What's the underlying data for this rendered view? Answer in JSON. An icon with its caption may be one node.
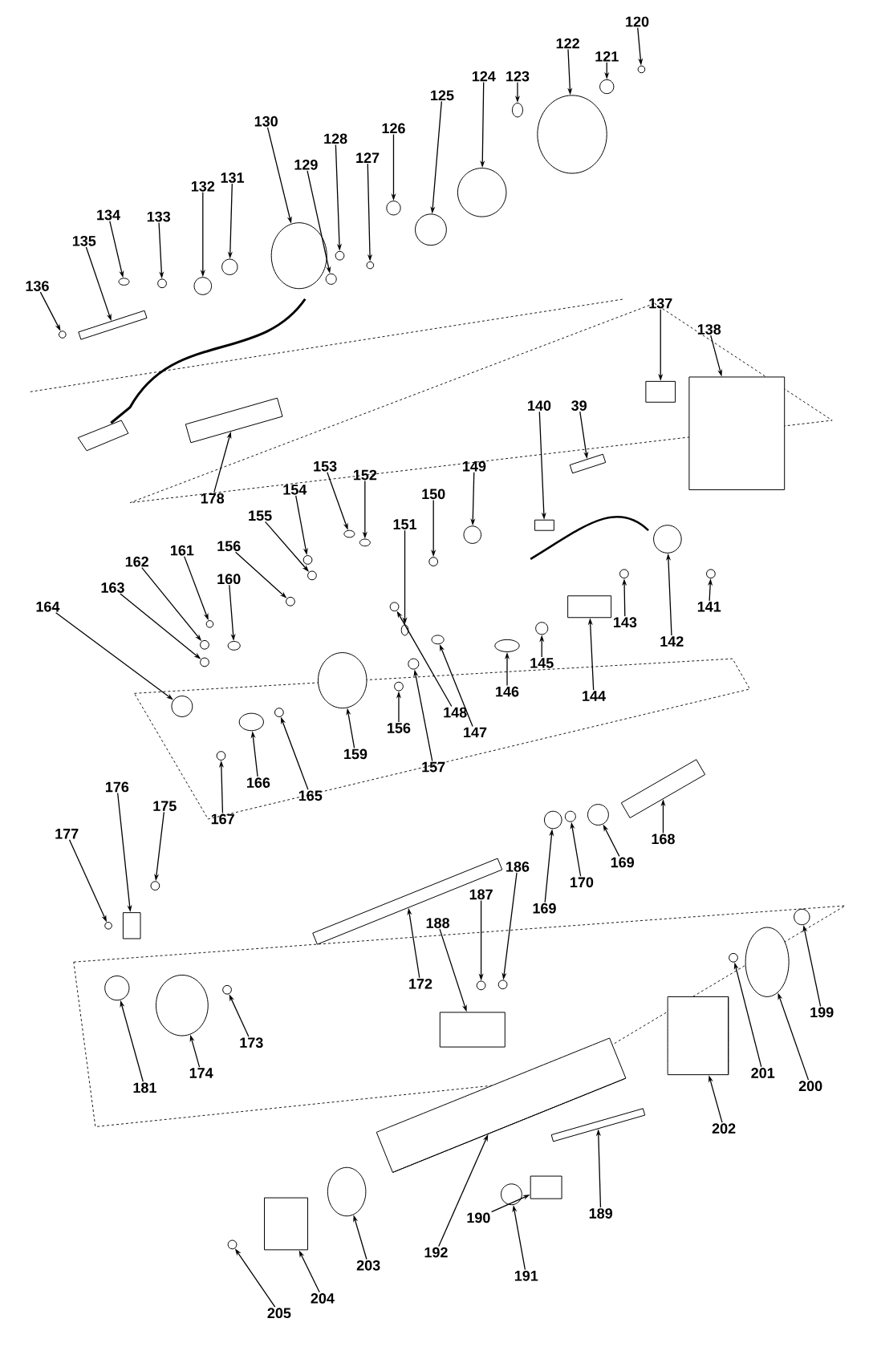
{
  "diagram": {
    "nodes": [
      {
        "text": [
          "120"
        ]
      },
      {
        "text": [
          "121"
        ]
      },
      {
        "text": [
          "122"
        ]
      },
      {
        "text": [
          "123"
        ]
      },
      {
        "text": [
          "124"
        ]
      },
      {
        "text": [
          "125"
        ]
      },
      {
        "text": [
          "126"
        ]
      },
      {
        "text": [
          "127"
        ]
      },
      {
        "text": [
          "128"
        ]
      },
      {
        "text": [
          "129"
        ]
      },
      {
        "text": [
          "130"
        ]
      },
      {
        "text": [
          "131"
        ]
      },
      {
        "text": [
          "132"
        ]
      },
      {
        "text": [
          "133"
        ]
      },
      {
        "text": [
          "134"
        ]
      },
      {
        "text": [
          "135"
        ]
      },
      {
        "text": [
          "136"
        ]
      },
      {
        "text": [
          "137"
        ]
      },
      {
        "text": [
          "138"
        ]
      },
      {
        "text": [
          "140"
        ]
      },
      {
        "text": [
          "39"
        ]
      },
      {
        "text": [
          "178"
        ]
      },
      {
        "text": [
          "149"
        ]
      },
      {
        "text": [
          "152"
        ]
      },
      {
        "text": [
          "153"
        ]
      },
      {
        "text": [
          "150"
        ]
      },
      {
        "text": [
          "154"
        ]
      },
      {
        "text": [
          "151"
        ]
      },
      {
        "text": [
          "155"
        ]
      },
      {
        "text": [
          "156"
        ]
      },
      {
        "text": [
          "161"
        ]
      },
      {
        "text": [
          "160"
        ]
      },
      {
        "text": [
          "162"
        ]
      },
      {
        "text": [
          "163"
        ]
      },
      {
        "text": [
          "164"
        ]
      },
      {
        "text": [
          "141"
        ]
      },
      {
        "text": [
          "143"
        ]
      },
      {
        "text": [
          "142"
        ]
      },
      {
        "text": [
          "145"
        ]
      },
      {
        "text": [
          "146"
        ]
      },
      {
        "text": [
          "144"
        ]
      },
      {
        "text": [
          "147"
        ]
      },
      {
        "text": [
          "148"
        ]
      },
      {
        "text": [
          "159"
        ]
      },
      {
        "text": [
          "156"
        ]
      },
      {
        "text": [
          "157"
        ]
      },
      {
        "text": [
          "166"
        ]
      },
      {
        "text": [
          "165"
        ]
      },
      {
        "text": [
          "167"
        ]
      },
      {
        "text": [
          "168"
        ]
      },
      {
        "text": [
          "169"
        ]
      },
      {
        "text": [
          "170"
        ]
      },
      {
        "text": [
          "169"
        ]
      },
      {
        "text": [
          "176"
        ]
      },
      {
        "text": [
          "175"
        ]
      },
      {
        "text": [
          "177"
        ]
      },
      {
        "text": [
          "172"
        ]
      },
      {
        "text": [
          "187"
        ]
      },
      {
        "text": [
          "186"
        ]
      },
      {
        "text": [
          "188"
        ]
      },
      {
        "text": [
          "174"
        ]
      },
      {
        "text": [
          "173"
        ]
      },
      {
        "text": [
          "181"
        ]
      },
      {
        "text": [
          "199"
        ]
      },
      {
        "text": [
          "201"
        ]
      },
      {
        "text": [
          "200"
        ]
      },
      {
        "text": [
          "202"
        ]
      },
      {
        "text": [
          "189"
        ]
      },
      {
        "text": [
          "190"
        ]
      },
      {
        "text": [
          "191"
        ]
      },
      {
        "text": [
          "192"
        ]
      },
      {
        "text": [
          "203"
        ]
      },
      {
        "text": [
          "204"
        ]
      },
      {
        "text": [
          "205"
        ]
      },
      {
        "text": [],
        "shape": "circle"
      },
      {
        "text": [],
        "shape": "circle"
      },
      {
        "text": [],
        "shape": "circle"
      },
      {
        "text": [],
        "shape": "circle"
      },
      {
        "text": [],
        "shape": "circle"
      },
      {
        "text": [],
        "shape": "circle"
      },
      {
        "text": [],
        "shape": "circle"
      },
      {
        "text": [],
        "shape": "circle"
      },
      {
        "text": [],
        "shape": "circle"
      },
      {
        "text": [],
        "shape": "circle"
      },
      {
        "text": [],
        "shape": "circle"
      },
      {
        "text": [],
        "shape": "circle"
      },
      {
        "text": [],
        "shape": "circle"
      },
      {
        "text": [],
        "shape": "circle"
      },
      {
        "text": [],
        "shape": "circle"
      },
      {
        "text": [],
        "shape": "bar"
      },
      {
        "text": [],
        "shape": "circle"
      },
      {
        "text": [],
        "shape": "box"
      },
      {
        "text": [],
        "shape": "box"
      },
      {
        "text": [],
        "shape": "box"
      },
      {
        "text": [],
        "shape": "bar"
      },
      {
        "text": [],
        "shape": "bar"
      },
      {
        "text": [],
        "shape": "circle"
      },
      {
        "text": [],
        "shape": "circle"
      },
      {
        "text": [],
        "shape": "circle"
      },
      {
        "text": [],
        "shape": "circle"
      },
      {
        "text": [],
        "shape": "circle"
      },
      {
        "text": [],
        "shape": "circle"
      },
      {
        "text": [],
        "shape": "circle"
      },
      {
        "text": [],
        "shape": "circle"
      },
      {
        "text": [],
        "shape": "circle"
      },
      {
        "text": [],
        "shape": "circle"
      },
      {
        "text": [],
        "shape": "circle"
      },
      {
        "text": [],
        "shape": "circle"
      },
      {
        "text": [],
        "shape": "circle"
      },
      {
        "text": [],
        "shape": "circle"
      },
      {
        "text": [],
        "shape": "circle"
      },
      {
        "text": [],
        "shape": "circle"
      },
      {
        "text": [],
        "shape": "circle"
      },
      {
        "text": [],
        "shape": "circle"
      },
      {
        "text": [],
        "shape": "box"
      },
      {
        "text": [],
        "shape": "circle"
      },
      {
        "text": [],
        "shape": "circle"
      },
      {
        "text": [],
        "shape": "circle"
      },
      {
        "text": [],
        "shape": "circle"
      },
      {
        "text": [],
        "shape": "circle"
      },
      {
        "text": [],
        "shape": "circle"
      },
      {
        "text": [],
        "shape": "circle"
      },
      {
        "text": [],
        "shape": "circle"
      },
      {
        "text": [],
        "shape": "bar"
      },
      {
        "text": [],
        "shape": "circle"
      },
      {
        "text": [],
        "shape": "circle"
      },
      {
        "text": [],
        "shape": "circle"
      },
      {
        "text": [],
        "shape": "box"
      },
      {
        "text": [],
        "shape": "circle"
      },
      {
        "text": [],
        "shape": "circle"
      },
      {
        "text": [],
        "shape": "bar"
      },
      {
        "text": [],
        "shape": "circle"
      },
      {
        "text": [],
        "shape": "circle"
      },
      {
        "text": [],
        "shape": "box"
      },
      {
        "text": [],
        "shape": "circle"
      },
      {
        "text": [],
        "shape": "circle"
      },
      {
        "text": [],
        "shape": "circle"
      },
      {
        "text": [],
        "shape": "circle"
      },
      {
        "text": [],
        "shape": "circle"
      },
      {
        "text": [],
        "shape": "circle"
      },
      {
        "text": [],
        "shape": "cylinder"
      },
      {
        "text": [],
        "shape": "bar"
      },
      {
        "text": [],
        "shape": "box"
      },
      {
        "text": [],
        "shape": "circle"
      },
      {
        "text": [],
        "shape": "cylinder"
      },
      {
        "text": [],
        "shape": "circle"
      },
      {
        "text": [],
        "shape": "box"
      },
      {
        "text": [],
        "shape": "circle"
      }
    ],
    "edges": [
      {
        "from": 0,
        "to": 74,
        "arrow": "to"
      },
      {
        "from": 1,
        "to": 75,
        "arrow": "to"
      },
      {
        "from": 2,
        "to": 76,
        "arrow": "to"
      },
      {
        "from": 3,
        "to": 77,
        "arrow": "to"
      },
      {
        "from": 4,
        "to": 78,
        "arrow": "to"
      },
      {
        "from": 5,
        "to": 79,
        "arrow": "to"
      },
      {
        "from": 6,
        "to": 80,
        "arrow": "to"
      },
      {
        "from": 7,
        "to": 81,
        "arrow": "to"
      },
      {
        "from": 8,
        "to": 82,
        "arrow": "to"
      },
      {
        "from": 9,
        "to": 83,
        "arrow": "to"
      },
      {
        "from": 10,
        "to": 84,
        "arrow": "to"
      },
      {
        "from": 11,
        "to": 85,
        "arrow": "to"
      },
      {
        "from": 12,
        "to": 86,
        "arrow": "to"
      },
      {
        "from": 13,
        "to": 87,
        "arrow": "to"
      },
      {
        "from": 14,
        "to": 88,
        "arrow": "to"
      },
      {
        "from": 15,
        "to": 89,
        "arrow": "to"
      },
      {
        "from": 16,
        "to": 90,
        "arrow": "to"
      },
      {
        "from": 17,
        "to": 91,
        "arrow": "to"
      },
      {
        "from": 18,
        "to": 92,
        "arrow": "to"
      },
      {
        "from": 19,
        "to": 93,
        "arrow": "to"
      },
      {
        "from": 20,
        "to": 94,
        "arrow": "to"
      },
      {
        "from": 21,
        "to": 95,
        "arrow": "to"
      },
      {
        "from": 22,
        "to": 96,
        "arrow": "to"
      },
      {
        "from": 23,
        "to": 97,
        "arrow": "to"
      },
      {
        "from": 24,
        "to": 98,
        "arrow": "to"
      },
      {
        "from": 25,
        "to": 99,
        "arrow": "to"
      },
      {
        "from": 26,
        "to": 100,
        "arrow": "to"
      },
      {
        "from": 27,
        "to": 101,
        "arrow": "to"
      },
      {
        "from": 28,
        "to": 102,
        "arrow": "to"
      },
      {
        "from": 29,
        "to": 103,
        "arrow": "to"
      },
      {
        "from": 30,
        "to": 104,
        "arrow": "to"
      },
      {
        "from": 31,
        "to": 105,
        "arrow": "to"
      },
      {
        "from": 32,
        "to": 106,
        "arrow": "to"
      },
      {
        "from": 33,
        "to": 107,
        "arrow": "to"
      },
      {
        "from": 34,
        "to": 108,
        "arrow": "to"
      },
      {
        "from": 35,
        "to": 109,
        "arrow": "to"
      },
      {
        "from": 36,
        "to": 110,
        "arrow": "to"
      },
      {
        "from": 37,
        "to": 111,
        "arrow": "to"
      },
      {
        "from": 38,
        "to": 112,
        "arrow": "to"
      },
      {
        "from": 39,
        "to": 113,
        "arrow": "to"
      },
      {
        "from": 40,
        "to": 114,
        "arrow": "to"
      },
      {
        "from": 41,
        "to": 115,
        "arrow": "to"
      },
      {
        "from": 42,
        "to": 116,
        "arrow": "to"
      },
      {
        "from": 43,
        "to": 117,
        "arrow": "to"
      },
      {
        "from": 44,
        "to": 118,
        "arrow": "to"
      },
      {
        "from": 45,
        "to": 119,
        "arrow": "to"
      },
      {
        "from": 46,
        "to": 120,
        "arrow": "to"
      },
      {
        "from": 47,
        "to": 121,
        "arrow": "to"
      },
      {
        "from": 48,
        "to": 122,
        "arrow": "to"
      },
      {
        "from": 49,
        "to": 123,
        "arrow": "to"
      },
      {
        "from": 50,
        "to": 124,
        "arrow": "to"
      },
      {
        "from": 51,
        "to": 125,
        "arrow": "to"
      },
      {
        "from": 52,
        "to": 126,
        "arrow": "to"
      },
      {
        "from": 53,
        "to": 127,
        "arrow": "to"
      },
      {
        "from": 54,
        "to": 128,
        "arrow": "to"
      },
      {
        "from": 55,
        "to": 129,
        "arrow": "to"
      },
      {
        "from": 56,
        "to": 130,
        "arrow": "to"
      },
      {
        "from": 57,
        "to": 131,
        "arrow": "to"
      },
      {
        "from": 58,
        "to": 132,
        "arrow": "to"
      },
      {
        "from": 59,
        "to": 133,
        "arrow": "to"
      },
      {
        "from": 60,
        "to": 134,
        "arrow": "to"
      },
      {
        "from": 61,
        "to": 135,
        "arrow": "to"
      },
      {
        "from": 62,
        "to": 136,
        "arrow": "to"
      },
      {
        "from": 63,
        "to": 137,
        "arrow": "to"
      },
      {
        "from": 64,
        "to": 138,
        "arrow": "to"
      },
      {
        "from": 65,
        "to": 139,
        "arrow": "to"
      },
      {
        "from": 66,
        "to": 140,
        "arrow": "to"
      },
      {
        "from": 67,
        "to": 141,
        "arrow": "to"
      },
      {
        "from": 68,
        "to": 142,
        "arrow": "to"
      },
      {
        "from": 69,
        "to": 143,
        "arrow": "to"
      },
      {
        "from": 70,
        "to": 144,
        "arrow": "to"
      },
      {
        "from": 71,
        "to": 145,
        "arrow": "to"
      },
      {
        "from": 72,
        "to": 146,
        "arrow": "to"
      },
      {
        "from": 73,
        "to": 147,
        "arrow": "to"
      }
    ]
  }
}
